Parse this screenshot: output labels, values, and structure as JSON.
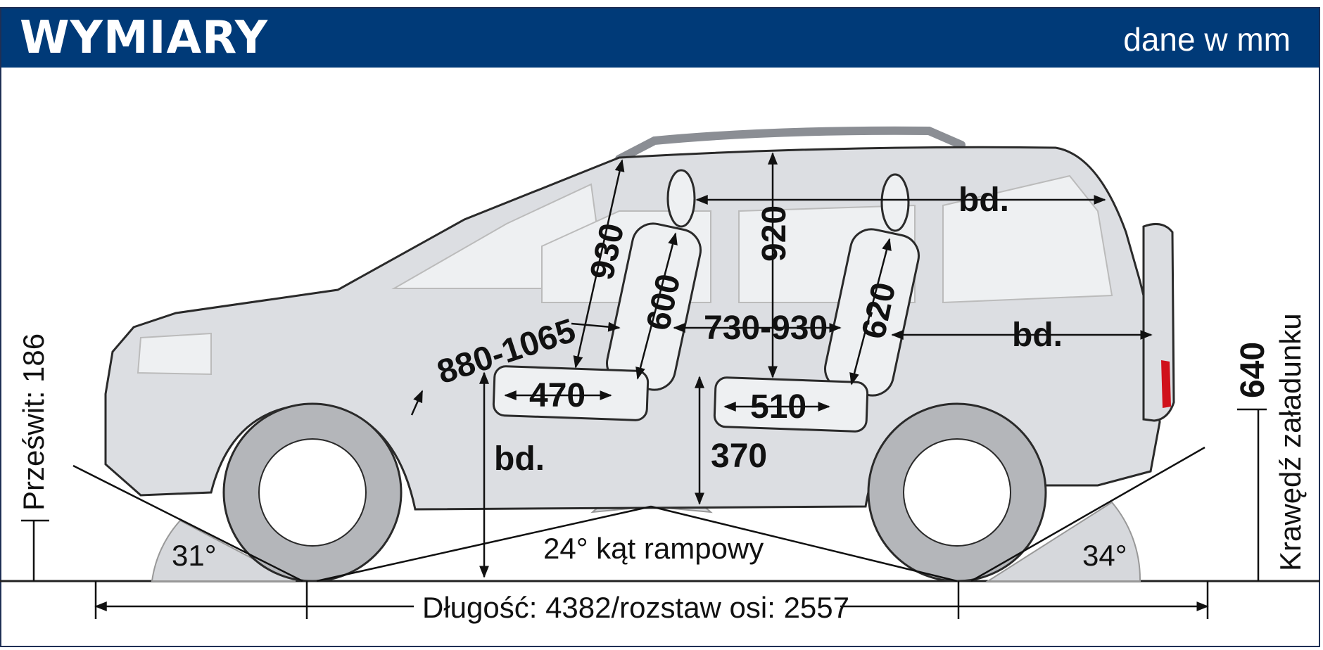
{
  "header": {
    "title": "WYMIARY",
    "unit_note": "dane w mm"
  },
  "colors": {
    "header_bg": "#003a78",
    "car_body": "#dcdee2",
    "outline": "#2a2a2a",
    "tail_light": "#d0111b"
  },
  "dimensions": {
    "front_headroom": "930",
    "front_seat_back": "600",
    "front_legroom": "880-1065",
    "front_seat_cushion": "470",
    "front_seat_height": "bd.",
    "rear_headroom": "920",
    "rear_seat_back": "620",
    "rear_legroom": "730-930",
    "rear_seat_cushion": "510",
    "rear_seat_height": "370",
    "shoulder_to_rear": "bd.",
    "cargo_length": "bd.",
    "load_edge_value": "640",
    "load_edge_label": "Krawędź załadunku",
    "ground_clearance": "Prześwit: 186",
    "approach_angle": "31°",
    "ramp_angle": "24° kąt rampowy",
    "departure_angle": "34°",
    "length_wheelbase": "Długość: 4382/rozstaw osi: 2557"
  },
  "icons": [
    "car-side-outline",
    "dimension-arrow"
  ]
}
